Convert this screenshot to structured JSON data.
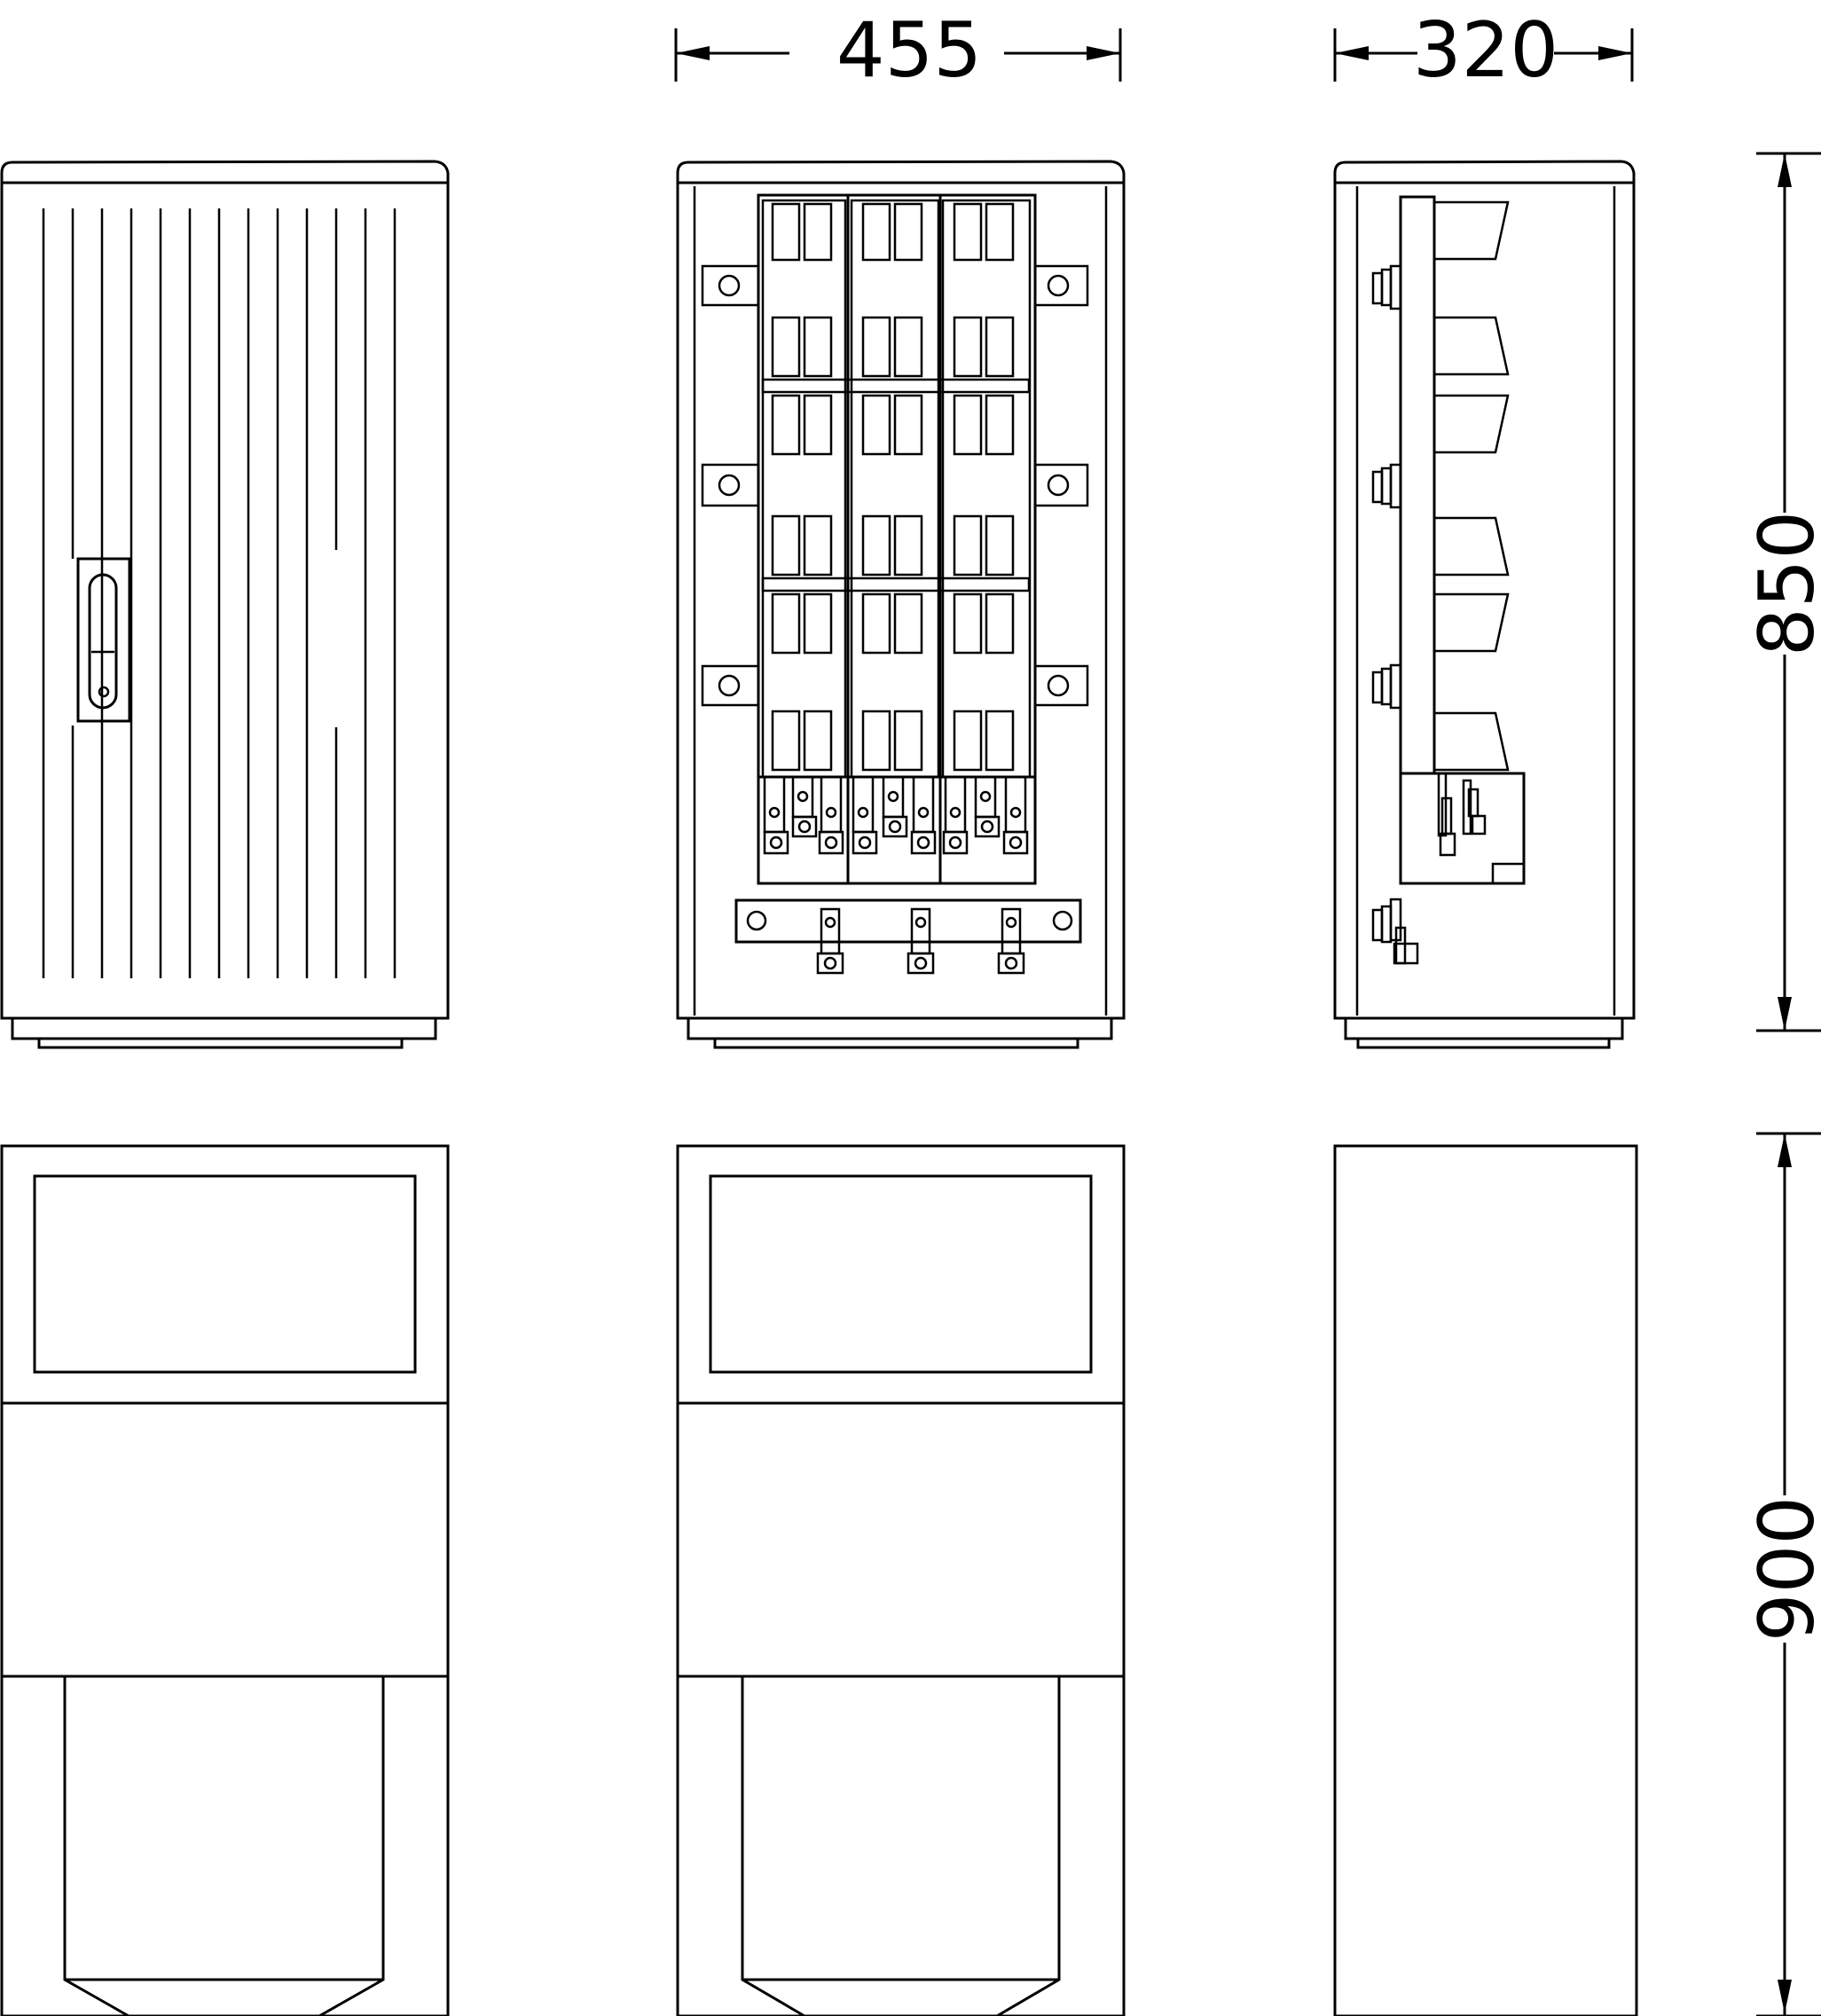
{
  "dimensions": {
    "width_front": "455",
    "depth_side": "320",
    "height_housing": "850",
    "height_base": "900"
  },
  "views": [
    "front-door-closed",
    "front-door-open",
    "side-section",
    "base-front",
    "base-front-open",
    "base-side"
  ],
  "colors": {
    "line": "#000000",
    "background": "#ffffff"
  }
}
